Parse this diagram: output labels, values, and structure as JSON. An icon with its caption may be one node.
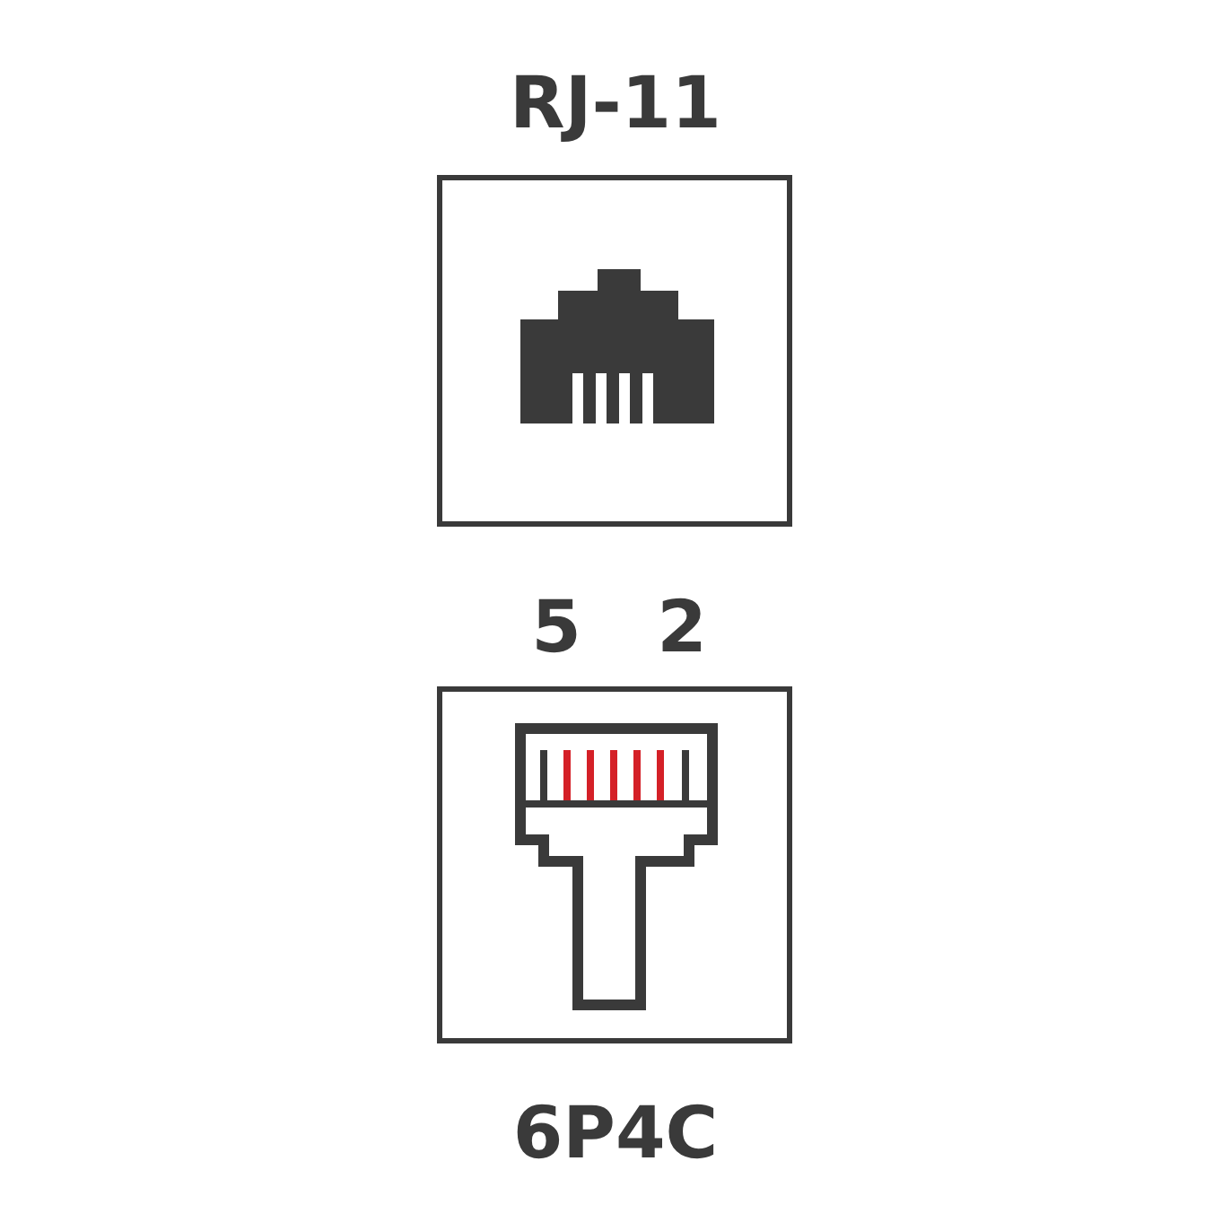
{
  "diagram": {
    "labels": [
      "RJ-11",
      "5",
      "2",
      "6P4C"
    ]
  }
}
